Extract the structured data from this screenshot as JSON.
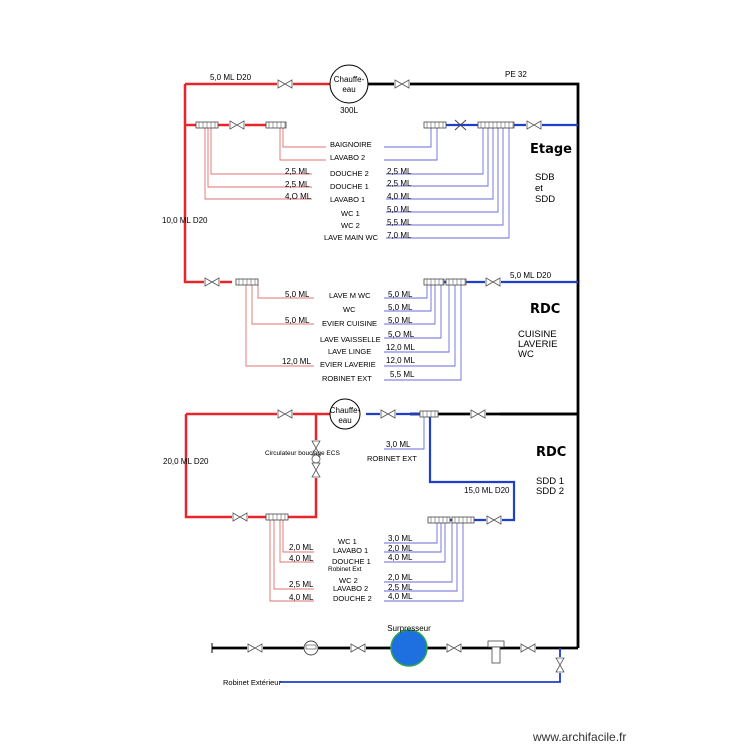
{
  "colors": {
    "hot": "#e8262a",
    "cold": "#1d3fc9",
    "main": "#000000",
    "hot_branch": "#e07070",
    "cold_branch": "#6a6ad8",
    "tank": "#1e6fe0"
  },
  "top": {
    "pipe_hot": "5,0 ML D20",
    "heater": [
      "Chauffe-",
      "eau"
    ],
    "heater_capacity": "300L",
    "pipe_main": "PE 32",
    "vertical_hot": "10,0 ML D20"
  },
  "etage": {
    "title": "Etage",
    "rooms": [
      "SDB",
      "et",
      "SDD"
    ],
    "fixtures": [
      "BAIGNOIRE",
      "LAVABO 2",
      "DOUCHE 2",
      "DOUCHE 1",
      "LAVABO 1",
      "WC 1",
      "WC 2",
      "LAVE MAIN WC"
    ],
    "hot_lengths": [
      "2,5 ML",
      "2,5 ML",
      "4,O ML"
    ],
    "cold_lengths": [
      "2,5 ML",
      "2,5 ML",
      "4,0 ML",
      "5,0 ML",
      "5,5 ML",
      "7,0 ML"
    ]
  },
  "rdc1": {
    "title": "RDC",
    "rooms": [
      "CUISINE",
      "LAVERIE",
      "WC"
    ],
    "cold_pipe": "5,0 ML D20",
    "fixtures": [
      "LAVE M WC",
      "WC",
      "EVIER CUISINE",
      "LAVE VAISSELLE",
      "LAVE LINGE",
      "EVIER LAVERIE",
      "ROBINET EXT"
    ],
    "hot_lengths": [
      "5,0 ML",
      "5,0 ML",
      "12,0 ML"
    ],
    "cold_lengths": [
      "5,0 ML",
      "5,0 ML",
      "5,0 ML",
      "5,O ML",
      "12,0 ML",
      "12,0 ML",
      "5,5 ML"
    ]
  },
  "rdc2": {
    "title": "RDC",
    "rooms": [
      "SDD 1",
      "SDD 2"
    ],
    "heater": [
      "Chauffe-",
      "eau"
    ],
    "circulator": "Circulateur bouclage ECS",
    "loop_pipe": "20,0 ML D20",
    "robinet_len": "3,0 ML",
    "robinet_label": "ROBINET EXT",
    "cold_pipe": "15,0 ML D20",
    "fixtures": [
      "WC 1",
      "LAVABO 1",
      "DOUCHE 1",
      "Robinet Ext",
      "WC 2",
      "LAVABO 2",
      "DOUCHE 2"
    ],
    "hot_lengths": [
      "2,0 ML",
      "4,0 ML",
      "2,5 ML",
      "4,0 ML"
    ],
    "cold_lengths": [
      "3,0 ML",
      "2,0 ML",
      "4,0 ML",
      "2,0 ML",
      "2,5 ML",
      "4,0 ML"
    ]
  },
  "bottom": {
    "surpresseur": "Surpresseur",
    "robinet_ext": "Robinet Extérieur"
  },
  "watermark": "www.archifacile.fr"
}
